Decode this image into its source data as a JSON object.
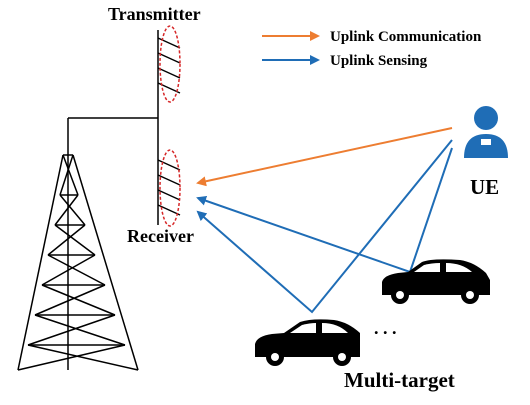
{
  "labels": {
    "transmitter": "Transmitter",
    "receiver": "Receiver",
    "ue": "UE",
    "multi_target": "Multi-target",
    "dots": ". . ."
  },
  "legend": {
    "items": [
      {
        "label": "Uplink Communication",
        "color": "#ed7d31"
      },
      {
        "label": "Uplink Sensing",
        "color": "#1f6db6"
      }
    ]
  },
  "colors": {
    "communication": "#ed7d31",
    "sensing": "#1f6db6",
    "ue_icon": "#1f6db6",
    "antenna_ring": "#d62728",
    "structure": "#000000"
  },
  "icons": {
    "ue": "user-icon",
    "car": "car-icon",
    "tower": "lattice-tower-icon"
  }
}
